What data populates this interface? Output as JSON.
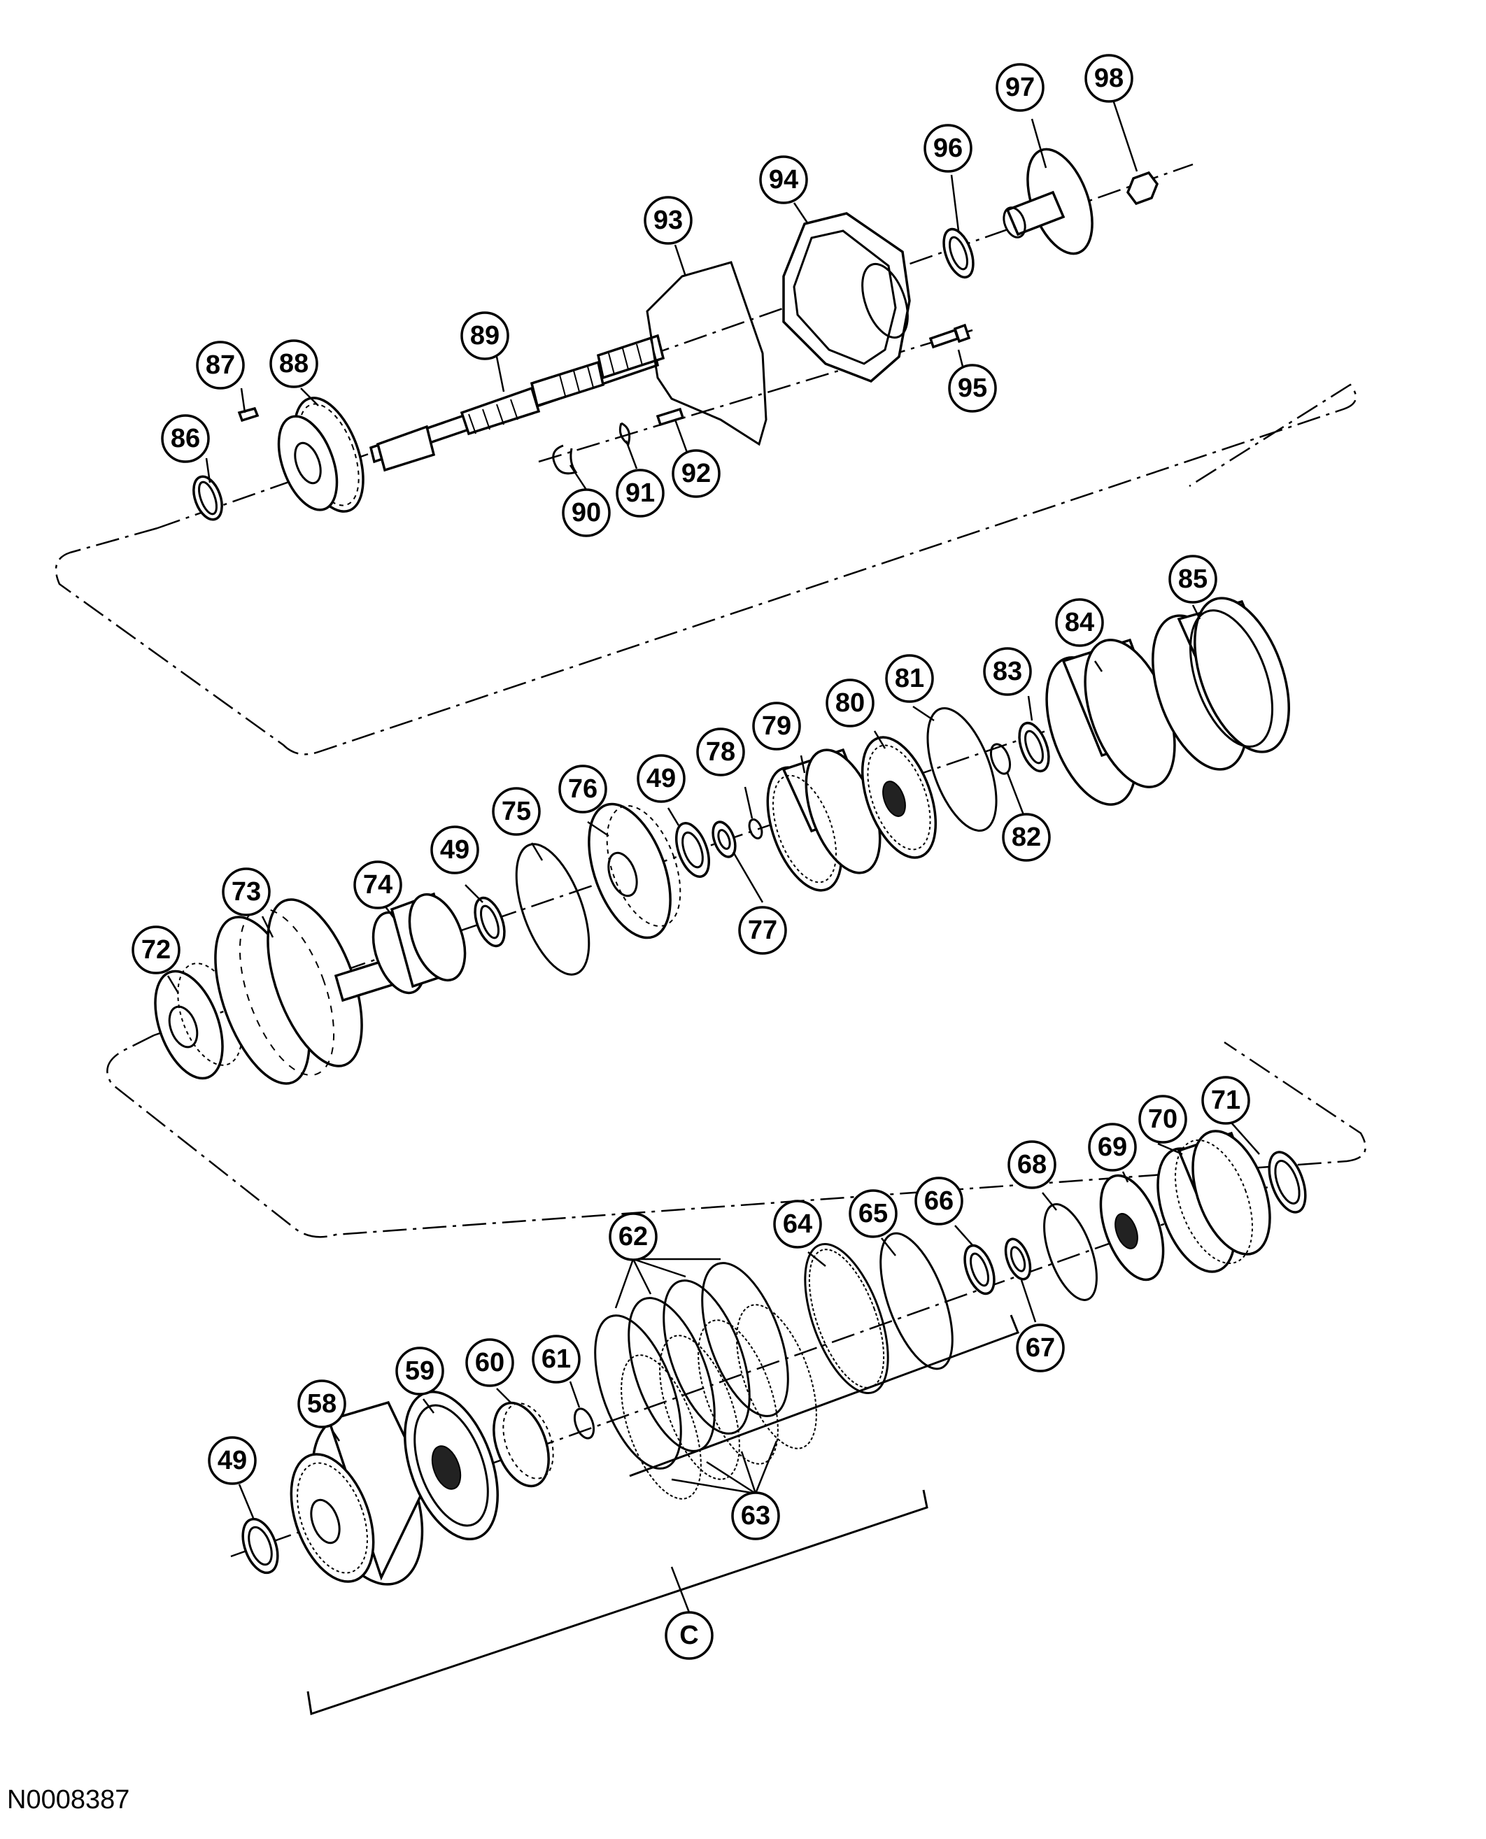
{
  "figure_id": "N0008387",
  "group_label": "C",
  "callouts": [
    {
      "id": "c86",
      "label": "86"
    },
    {
      "id": "c87",
      "label": "87"
    },
    {
      "id": "c88",
      "label": "88"
    },
    {
      "id": "c89",
      "label": "89"
    },
    {
      "id": "c90",
      "label": "90"
    },
    {
      "id": "c91",
      "label": "91"
    },
    {
      "id": "c92",
      "label": "92"
    },
    {
      "id": "c93",
      "label": "93"
    },
    {
      "id": "c94",
      "label": "94"
    },
    {
      "id": "c95",
      "label": "95"
    },
    {
      "id": "c96",
      "label": "96"
    },
    {
      "id": "c97",
      "label": "97"
    },
    {
      "id": "c98",
      "label": "98"
    },
    {
      "id": "c72",
      "label": "72"
    },
    {
      "id": "c73",
      "label": "73"
    },
    {
      "id": "c74",
      "label": "74"
    },
    {
      "id": "c49a",
      "label": "49"
    },
    {
      "id": "c75",
      "label": "75"
    },
    {
      "id": "c76",
      "label": "76"
    },
    {
      "id": "c49b",
      "label": "49"
    },
    {
      "id": "c77",
      "label": "77"
    },
    {
      "id": "c78",
      "label": "78"
    },
    {
      "id": "c79",
      "label": "79"
    },
    {
      "id": "c80",
      "label": "80"
    },
    {
      "id": "c81",
      "label": "81"
    },
    {
      "id": "c82",
      "label": "82"
    },
    {
      "id": "c83",
      "label": "83"
    },
    {
      "id": "c84",
      "label": "84"
    },
    {
      "id": "c85",
      "label": "85"
    },
    {
      "id": "c49c",
      "label": "49"
    },
    {
      "id": "c58",
      "label": "58"
    },
    {
      "id": "c59",
      "label": "59"
    },
    {
      "id": "c60",
      "label": "60"
    },
    {
      "id": "c61",
      "label": "61"
    },
    {
      "id": "c62",
      "label": "62"
    },
    {
      "id": "c63",
      "label": "63"
    },
    {
      "id": "c64",
      "label": "64"
    },
    {
      "id": "c65",
      "label": "65"
    },
    {
      "id": "c66",
      "label": "66"
    },
    {
      "id": "c67",
      "label": "67"
    },
    {
      "id": "c68",
      "label": "68"
    },
    {
      "id": "c69",
      "label": "69"
    },
    {
      "id": "c70",
      "label": "70"
    },
    {
      "id": "c71",
      "label": "71"
    }
  ]
}
